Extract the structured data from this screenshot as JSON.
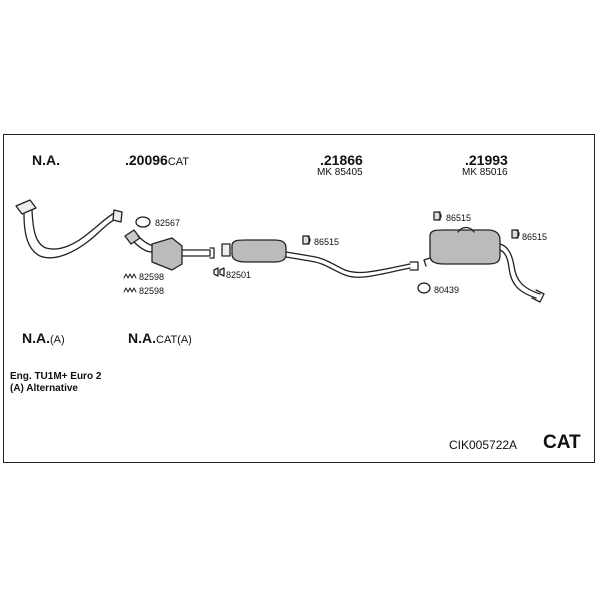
{
  "header": {
    "col1": "N.A.",
    "col2_num": ".20096",
    "col2_suffix": "CAT",
    "col3_num": ".21866",
    "col3_sub": "MK 85405",
    "col4_num": ".21993",
    "col4_sub": "MK 85016"
  },
  "parts": {
    "p82567": "82567",
    "p82598a": "82598",
    "p82598b": "82598",
    "p82501": "82501",
    "p86515_mid": "86515",
    "p86515_top": "86515",
    "p86515_right": "86515",
    "p80439": "80439"
  },
  "footer": {
    "na_a": "N.A.",
    "na_a_suffix": "(A)",
    "nacat_a": "N.A.",
    "nacat_a_suffix": "CAT(A)",
    "engine": "Eng. TU1M+   Euro 2",
    "alt": "(A) Alternative",
    "code": "CIK005722A",
    "type": "CAT"
  }
}
